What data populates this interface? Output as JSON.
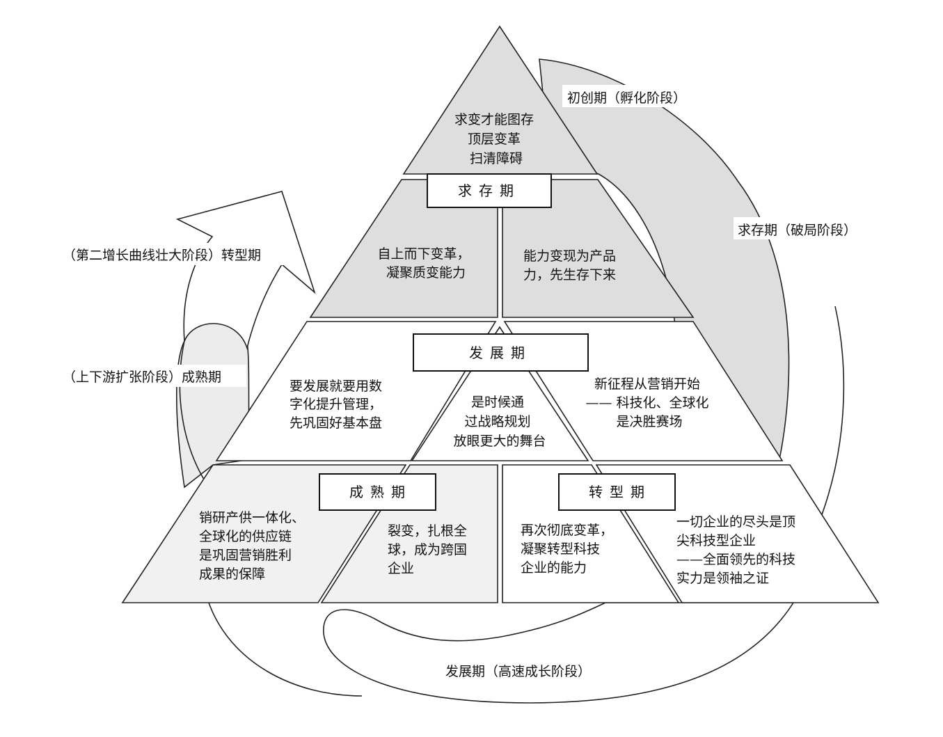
{
  "colors": {
    "dark_fill": "#dedede",
    "light_fill": "#f1f1f1",
    "white": "#ffffff",
    "stroke": "#222222"
  },
  "pyramid": {
    "top": {
      "lines": [
        "求变才能图存",
        "顶层变革",
        "扫清障碍"
      ]
    },
    "survival": {
      "label": "求存期",
      "left": [
        "自上而下变革，",
        "凝聚质变能力"
      ],
      "right": [
        "能力变现为产品",
        "力，先生存下来"
      ]
    },
    "growth": {
      "label": "发展期",
      "left": [
        "要发展就要用数",
        "字化提升管理，",
        "先巩固好基本盘"
      ],
      "center": [
        "是时候通",
        "过战略规划",
        "放眼更大的舞台"
      ],
      "right": [
        "新征程从营销开始",
        "—— 科技化、全球化",
        "是决胜赛场"
      ]
    },
    "maturity": {
      "label": "成熟期",
      "left": [
        "销研产供一体化、",
        "全球化的供应链",
        "是巩固营销胜利",
        "成果的保障"
      ],
      "right": [
        "裂变，扎根全",
        "球，成为跨国",
        "企业"
      ]
    },
    "transformation": {
      "label": "转型期",
      "left": [
        "再次彻底变革，",
        "凝聚转型科技",
        "企业的能力"
      ],
      "right": [
        "一切企业的尽头是顶",
        "尖科技型企业",
        "——全面领先的科技",
        "实力是领袖之证"
      ]
    }
  },
  "cycle": {
    "startup": "初创期（孵化阶段）",
    "survival": "求存期（破局阶段）",
    "growth": "发展期（高速成长阶段）",
    "maturity": "（上下游扩张阶段）成熟期",
    "transformation": "（第二增长曲线壮大阶段）转型期"
  }
}
